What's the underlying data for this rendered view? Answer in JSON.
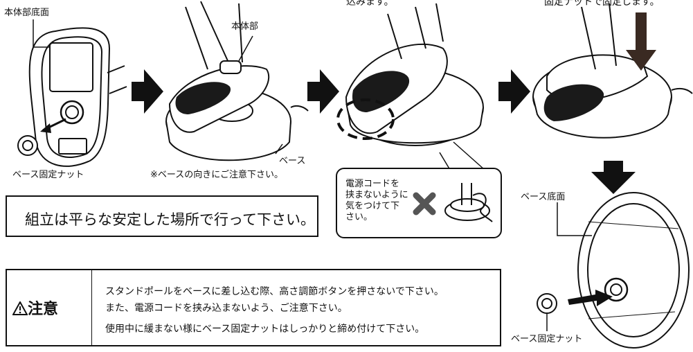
{
  "labels": {
    "top_cut_left": "込みます。",
    "top_cut_right": "固定ナットで固定します。",
    "body_bottom": "本体部底面",
    "body": "本体部",
    "base": "ベース",
    "base_nut": "ベース固定ナット",
    "base_direction_note": "※ベースの向きにご注意下さい。",
    "base_bottom": "ベース底面",
    "base_nut_2": "ベース固定ナット"
  },
  "assemble_notice": "組立は平らな安定した場所で行って下さい。",
  "callout": {
    "lines": [
      "電源コードを",
      "挟まないように",
      "気をつけて下",
      "さい。"
    ]
  },
  "caution": {
    "title": "注意",
    "warning_icon": "warning-triangle-icon",
    "lines": [
      "スタンドポールをベースに差し込む際、高さ調節ボタンを押さないで下さい。",
      "また、電源コードを挟み込まないよう、ご注意下さい。",
      "使用中に緩まない様にベース固定ナットはしっかりと締め付けて下さい。"
    ]
  },
  "colors": {
    "ink": "#111111",
    "panel": "#1a1a1a",
    "x_mark": "#555555",
    "dashed": "#111111"
  }
}
